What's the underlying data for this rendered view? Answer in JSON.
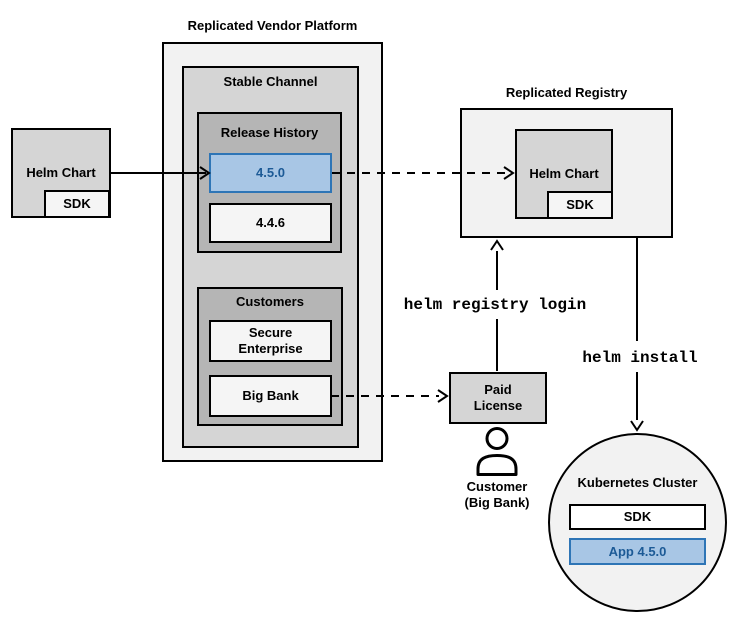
{
  "platform": {
    "title": "Replicated Vendor Platform"
  },
  "stable_channel": {
    "label": "Stable Channel"
  },
  "release_history": {
    "label": "Release History",
    "releases": [
      {
        "version": "4.5.0",
        "highlighted": true
      },
      {
        "version": "4.4.6",
        "highlighted": false
      }
    ]
  },
  "customers": {
    "label": "Customers",
    "items": [
      {
        "name": "Secure Enterprise"
      },
      {
        "name": "Big Bank"
      }
    ]
  },
  "source_chart": {
    "label": "Helm Chart",
    "sdk": "SDK"
  },
  "registry": {
    "title": "Replicated Registry",
    "chart_label": "Helm Chart",
    "sdk": "SDK"
  },
  "license": {
    "label": "Paid License"
  },
  "actor": {
    "label_line1": "Customer",
    "label_line2": "(Big Bank)"
  },
  "commands": {
    "login": "helm registry login",
    "install": "helm install"
  },
  "cluster": {
    "title": "Kubernetes Cluster",
    "sdk": "SDK",
    "app": "App 4.5.0"
  },
  "colors": {
    "highlight_fill": "#a8c6e5",
    "highlight_border": "#2e75b6",
    "highlight_text": "#1c5a96",
    "outer_gray": "#f2f2f2",
    "mid_gray": "#d5d5d5",
    "dark_gray": "#b5b5b5"
  }
}
